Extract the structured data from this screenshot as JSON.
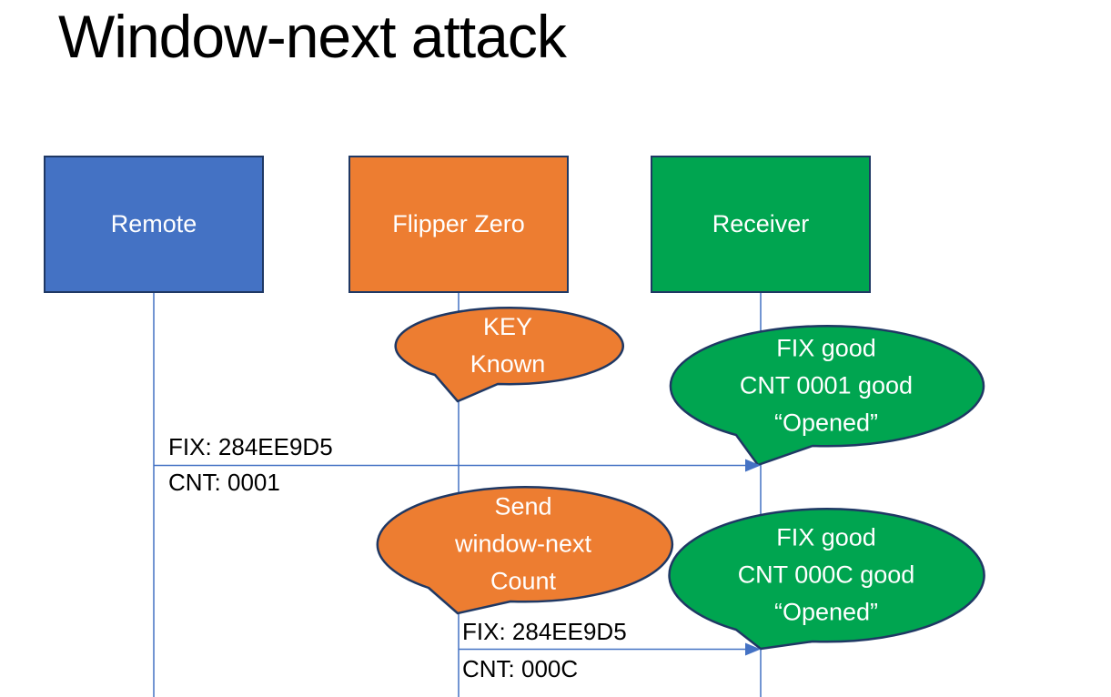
{
  "title": "Window-next attack",
  "actors": [
    {
      "name": "Remote",
      "fill": "#4472C4"
    },
    {
      "name": "Flipper Zero",
      "fill": "#ED7D31"
    },
    {
      "name": "Receiver",
      "fill": "#00A550"
    }
  ],
  "callouts": [
    {
      "speaker": "Flipper Zero",
      "style": "orange",
      "lines": [
        "KEY",
        "Known"
      ]
    },
    {
      "speaker": "Receiver",
      "style": "green",
      "lines": [
        "FIX good",
        "CNT 0001 good",
        "“Opened”"
      ]
    },
    {
      "speaker": "Flipper Zero",
      "style": "orange",
      "lines": [
        "Send",
        "window-next",
        "Count"
      ]
    },
    {
      "speaker": "Receiver",
      "style": "green",
      "lines": [
        "FIX good",
        "CNT 000C good",
        "“Opened”"
      ]
    }
  ],
  "messages": [
    {
      "from": "Remote",
      "to": "Receiver",
      "label_top": "FIX: 284EE9D5",
      "label_bottom": "CNT: 0001"
    },
    {
      "from": "Flipper Zero",
      "to": "Receiver",
      "label_top": "FIX: 284EE9D5",
      "label_bottom": "CNT: 000C"
    }
  ],
  "colors": {
    "actor-blue": "#4472C4",
    "actor-orange": "#ED7D31",
    "actor-green": "#00A550",
    "shape-border": "#1F3864",
    "connector-blue": "#4472C4",
    "text-white": "#FFFFFF",
    "text-black": "#000000",
    "background": "#FFFFFF"
  }
}
